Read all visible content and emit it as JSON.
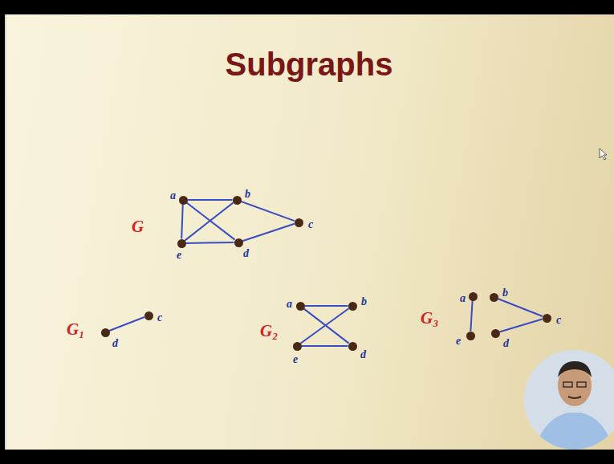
{
  "diagram": {
    "title": "Subgraphs",
    "nodes": [
      {
        "text": [
          "a"
        ]
      },
      {
        "text": [
          "b"
        ]
      },
      {
        "text": [
          "c"
        ]
      },
      {
        "text": [
          "d"
        ]
      },
      {
        "text": [
          "e"
        ]
      },
      {
        "text": [
          "d"
        ]
      },
      {
        "text": [
          "c"
        ]
      },
      {
        "text": [
          "a"
        ]
      },
      {
        "text": [
          "b"
        ]
      },
      {
        "text": [
          "e"
        ]
      },
      {
        "text": [
          "d"
        ]
      },
      {
        "text": [
          "a"
        ]
      },
      {
        "text": [
          "e"
        ]
      },
      {
        "text": [
          "b"
        ]
      },
      {
        "text": [
          "d"
        ]
      },
      {
        "text": [
          "c"
        ]
      }
    ],
    "edges": [
      {
        "from": 0,
        "to": 1,
        "arrow": "none"
      },
      {
        "from": 0,
        "to": 4,
        "arrow": "none"
      },
      {
        "from": 0,
        "to": 3,
        "arrow": "none"
      },
      {
        "from": 4,
        "to": 1,
        "arrow": "none"
      },
      {
        "from": 1,
        "to": 2,
        "arrow": "none"
      },
      {
        "from": 4,
        "to": 3,
        "arrow": "none"
      },
      {
        "from": 3,
        "to": 2,
        "arrow": "none"
      },
      {
        "from": 5,
        "to": 6,
        "arrow": "none"
      },
      {
        "from": 7,
        "to": 8,
        "arrow": "none"
      },
      {
        "from": 7,
        "to": 10,
        "arrow": "none"
      },
      {
        "from": 9,
        "to": 8,
        "arrow": "none"
      },
      {
        "from": 9,
        "to": 10,
        "arrow": "none"
      },
      {
        "from": 11,
        "to": 12,
        "arrow": "none"
      },
      {
        "from": 13,
        "to": 15,
        "arrow": "none"
      },
      {
        "from": 14,
        "to": 15,
        "arrow": "none"
      }
    ],
    "labels": [
      "G",
      "G₁",
      "G₂",
      "G₃"
    ]
  }
}
